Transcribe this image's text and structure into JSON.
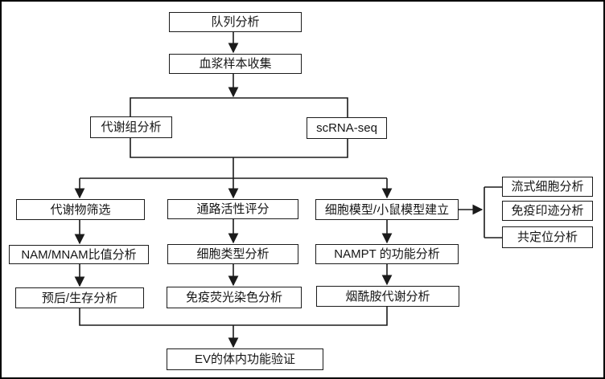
{
  "colors": {
    "line": "#1b1b1b",
    "box_bg": "#ffffff",
    "page_bg": "#ffffff",
    "page_border": "#000000"
  },
  "diagram": {
    "nodes": {
      "cohort": {
        "label": "队列分析"
      },
      "plasma": {
        "label": "血浆样本收集"
      },
      "metabolomics": {
        "label": "代谢组分析"
      },
      "scrnaseq": {
        "label": "scRNA-seq"
      },
      "metabolite_screening": {
        "label": "代谢物筛选"
      },
      "pathway_score": {
        "label": "通路活性评分"
      },
      "model_establish": {
        "label": "细胞模型/小鼠模型建立"
      },
      "flow_cytometry": {
        "label": "流式细胞分析"
      },
      "western_blot": {
        "label": "免疫印迹分析"
      },
      "colocalization": {
        "label": "共定位分析"
      },
      "nam_ratio": {
        "label": "NAM/MNAM比值分析"
      },
      "cell_type": {
        "label": "细胞类型分析"
      },
      "nampt_function": {
        "label": "NAMPT 的功能分析"
      },
      "prognosis": {
        "label": "预后/生存分析"
      },
      "immunofluorescence": {
        "label": "免疫荧光染色分析"
      },
      "nicotinamide": {
        "label": "烟酰胺代谢分析"
      },
      "ev_validation": {
        "label": "EV的体内功能验证"
      }
    }
  }
}
